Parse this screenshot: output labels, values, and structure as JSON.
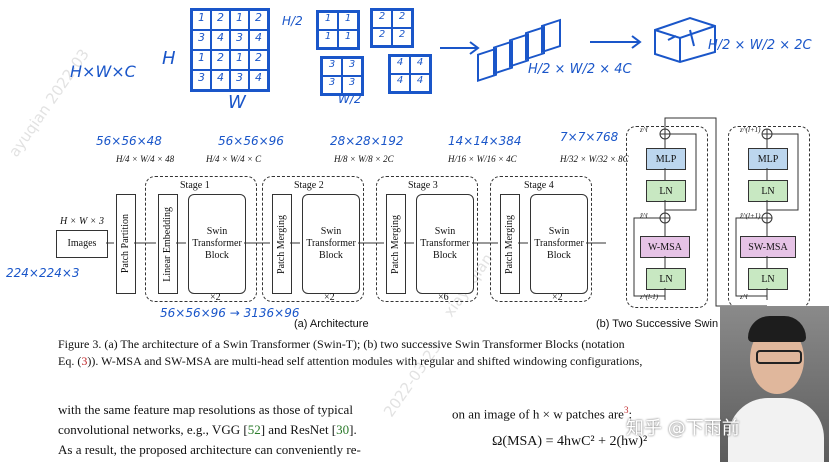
{
  "handwriting": {
    "hwc": "H×W×C",
    "h_label": "H",
    "w_label": "W",
    "grid_cells": [
      [
        "1",
        "2",
        "1",
        "2"
      ],
      [
        "3",
        "4",
        "3",
        "4"
      ],
      [
        "1",
        "2",
        "1",
        "2"
      ],
      [
        "3",
        "4",
        "3",
        "4"
      ]
    ],
    "frac_top": "H/2",
    "frac_bottom": "W/2",
    "small_a": [
      [
        "1",
        "1"
      ],
      [
        "1",
        "1"
      ]
    ],
    "small_b": [
      [
        "2",
        "2"
      ],
      [
        "2",
        "2"
      ]
    ],
    "small_c": [
      [
        "3",
        "3"
      ],
      [
        "3",
        "3"
      ]
    ],
    "small_d": [
      [
        "4",
        "4"
      ],
      [
        "4",
        "4"
      ]
    ],
    "stack_label": "H/2 × W/2 × 4C",
    "cube_label": "H/2 × W/2 × 2C",
    "s1_hand": "56×56×48",
    "s2_hand": "56×56×96",
    "s3_hand": "28×28×192",
    "s4_hand": "14×14×384",
    "s5_hand": "7×7×768",
    "input_hand": "224×224×3",
    "bottom_hand": "56×56×96 → 3136×96"
  },
  "figure": {
    "input_dim": "H × W × 3",
    "images_label": "Images",
    "patch_partition": "Patch Partition",
    "linear_embedding": "Linear Embedding",
    "patch_merging": "Patch Merging",
    "swin_block": "Swin Transformer Block",
    "top_dims": [
      "H/4 × W/4 × 48",
      "H/4 × W/4 × C",
      "H/8 × W/8 × 2C",
      "H/16 × W/16 × 4C",
      "H/32 × W/32 × 8C"
    ],
    "stages": [
      "Stage 1",
      "Stage 2",
      "Stage 3",
      "Stage 4"
    ],
    "repeats": [
      "×2",
      "×2",
      "×6",
      "×2"
    ],
    "arch_label": "(a) Architecture",
    "block_label": "(b) Two Successive Swin Transformer Blocks",
    "mlp": "MLP",
    "ln": "LN",
    "wmsa": "W-MSA",
    "swmsa": "SW-MSA",
    "z_labels": [
      "z^l",
      "ẑ^l",
      "z^(l-1)",
      "z^(l+1)",
      "ẑ^(l+1)",
      "z^l"
    ]
  },
  "caption": {
    "line1": "Figure 3. (a) The architecture of a Swin Transformer (Swin-T); (b) two successive Swin Transformer Blocks (notation",
    "line2_a": "Eq. (",
    "line2_ref": "3",
    "line2_b": ")). W-MSA and SW-MSA are multi-head self attention modules with regular and shifted windowing configurations,"
  },
  "body_left": {
    "line1": "with the same feature map resolutions as those of typical",
    "line2_a": "convolutional networks, e.g., VGG [",
    "vgg_ref": "52",
    "line2_b": "] and ResNet [",
    "resnet_ref": "30",
    "line2_c": "].",
    "line3": "As a result, the proposed architecture can conveniently re-"
  },
  "body_right": {
    "line1_a": "on an image of h × w patches are",
    "footnote": "3",
    "line1_b": ":",
    "formula": "Ω(MSA) = 4hwC² + 2(hw)²"
  },
  "watermark": {
    "text1": "ayuqian 2022-03",
    "text2": "2022-03-23",
    "text3": "xiayuqian"
  },
  "overlay": {
    "zhihu": "知乎 @下雨前"
  }
}
